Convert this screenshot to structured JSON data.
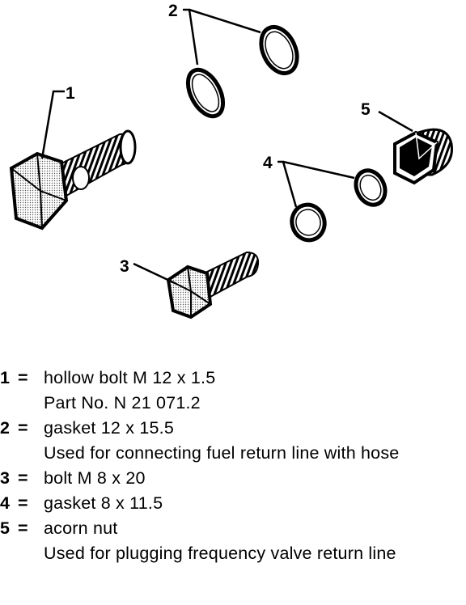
{
  "figure": {
    "callouts": [
      "1",
      "2",
      "3",
      "4",
      "5"
    ]
  },
  "legend": [
    {
      "number": "1",
      "sep": "=",
      "name": "hollow bolt M 12 x 1.5",
      "note": "Part No. N 21 071.2"
    },
    {
      "number": "2",
      "sep": "=",
      "name": "gasket 12 x 15.5",
      "note": "Used for connecting fuel return line with hose"
    },
    {
      "number": "3",
      "sep": "=",
      "name": "bolt M 8 x 20",
      "note": ""
    },
    {
      "number": "4",
      "sep": "=",
      "name": "gasket 8 x 11.5",
      "note": ""
    },
    {
      "number": "5",
      "sep": "=",
      "name": "acorn nut",
      "note": "Used for plugging frequency valve return line"
    }
  ]
}
